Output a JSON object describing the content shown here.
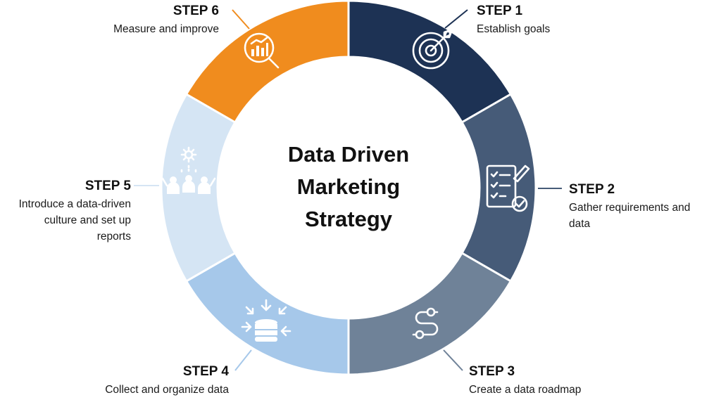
{
  "center_title": [
    "Data Driven",
    "Marketing",
    "Strategy"
  ],
  "steps": [
    {
      "title": "STEP 1",
      "desc": [
        "Establish goals"
      ],
      "color": "#1d3254",
      "icon": "target-icon"
    },
    {
      "title": "STEP 2",
      "desc": [
        "Gather requirements and",
        "data"
      ],
      "color": "#465b78",
      "icon": "checklist-icon"
    },
    {
      "title": "STEP 3",
      "desc": [
        "Create a data roadmap"
      ],
      "color": "#6f8298",
      "icon": "roadmap-icon"
    },
    {
      "title": "STEP 4",
      "desc": [
        "Collect and organize data"
      ],
      "color": "#a6c8ea",
      "icon": "database-icon"
    },
    {
      "title": "STEP 5",
      "desc": [
        "Introduce a data-driven",
        "culture and set up",
        "reports"
      ],
      "color": "#d5e5f4",
      "icon": "team-gear-icon"
    },
    {
      "title": "STEP 6",
      "desc": [
        "Measure and improve"
      ],
      "color": "#f08c1e",
      "icon": "analytics-magnifier-icon"
    }
  ],
  "colors": {
    "divider": "#ffffff",
    "leader_dark": "#1d3254",
    "leader_light": "#a6c8ea"
  }
}
